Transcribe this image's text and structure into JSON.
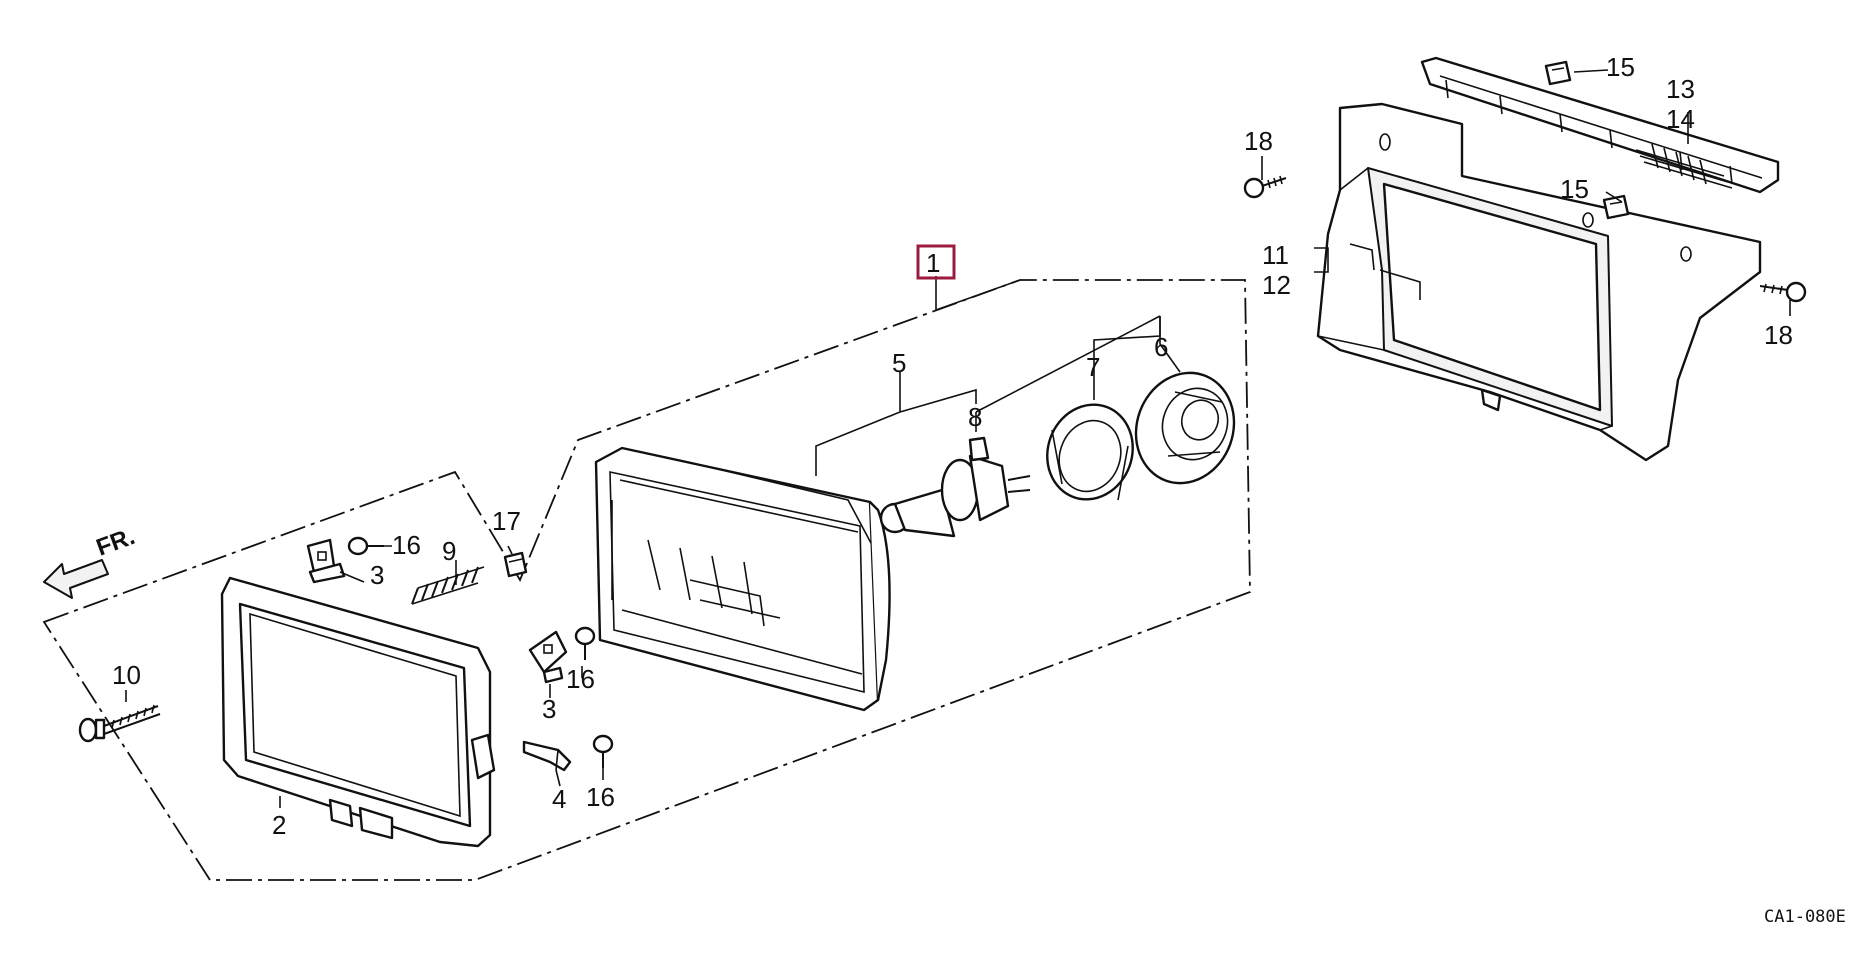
{
  "diagram": {
    "direction_label": "FR.",
    "highlighted_callout": "1",
    "highlight_color": "#9b1b3c",
    "diagram_code": "CA1-080E",
    "callouts": {
      "c1": "1",
      "c2": "2",
      "c3a": "3",
      "c3b": "3",
      "c4": "4",
      "c5": "5",
      "c6": "6",
      "c7": "7",
      "c8": "8",
      "c9": "9",
      "c10": "10",
      "c11": "11",
      "c12": "12",
      "c13": "13",
      "c14": "14",
      "c15a": "15",
      "c15b": "15",
      "c16a": "16",
      "c16b": "16",
      "c16c": "16",
      "c17": "17",
      "c18a": "18",
      "c18b": "18"
    }
  }
}
